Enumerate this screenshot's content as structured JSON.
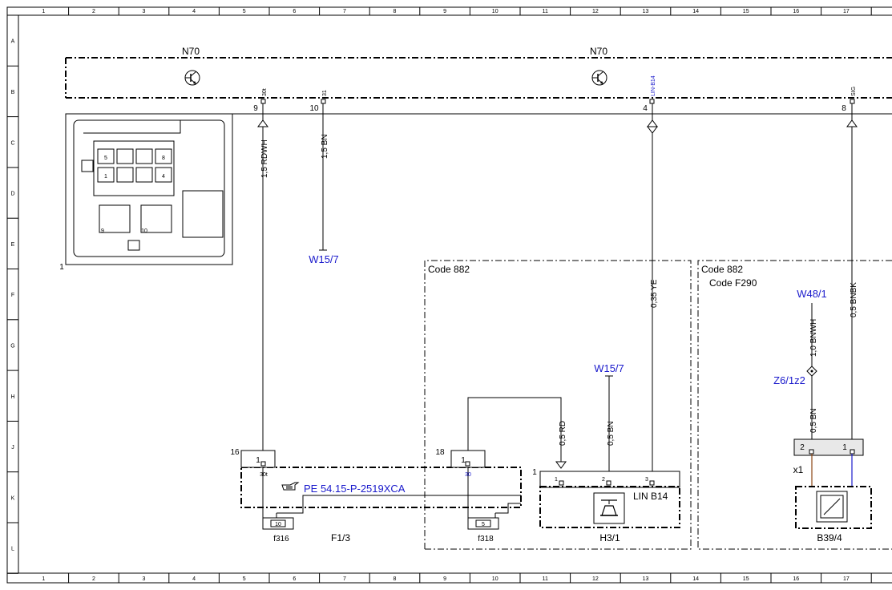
{
  "grid": {
    "columns": [
      "1",
      "2",
      "3",
      "4",
      "5",
      "6",
      "7",
      "8",
      "9",
      "10",
      "11",
      "12",
      "13",
      "14",
      "15",
      "16",
      "17"
    ],
    "rows": [
      "A",
      "B",
      "C",
      "D",
      "E",
      "F",
      "G",
      "H",
      "J",
      "K",
      "L"
    ]
  },
  "modules": {
    "n70_left": "N70",
    "n70_right": "N70"
  },
  "pins": {
    "p9": "9",
    "p9_sig": "30t",
    "p10": "10",
    "p10_sig": "31",
    "p4": "4",
    "p4_sig": "LIN-B14",
    "p8": "8",
    "p8_sig": "SIG"
  },
  "connector_view": {
    "cells": [
      "5",
      "8",
      "1",
      "4"
    ],
    "pins": [
      "9",
      "10"
    ],
    "ref": "1"
  },
  "wires": {
    "w1": "1,5 RDWH",
    "w2": "1,5 BN",
    "w3": "0,35 YE",
    "w4": "0,5 BNBK",
    "w5": "1,0 BNWH",
    "w6": "0,5 BN",
    "w7": "0,5 RD",
    "w8": "0,5 BN"
  },
  "refs": {
    "w15_7_a": "W15/7",
    "w15_7_b": "W15/7",
    "w48_1": "W48/1",
    "z6_1z2": "Z6/1z2",
    "pe": "PE 54.15-P-2519XCA"
  },
  "codes": {
    "code882_a": "Code 882",
    "code882_b": "Code 882",
    "code_f290": "Code F290"
  },
  "fuse_box": {
    "name": "F1/3",
    "slot16": "16",
    "slot18": "18",
    "pin1a": "1",
    "pin1b": "1",
    "sig30t": "30t",
    "sig30": "30",
    "fuse10": "10",
    "fuse5": "5",
    "f316": "f316",
    "f318": "f318"
  },
  "h3_1": {
    "name": "H3/1",
    "ref": "1",
    "pin1": "1",
    "pin2": "2",
    "pin3": "3",
    "lin": "LIN B14"
  },
  "b39_4": {
    "name": "B39/4",
    "x1": "x1",
    "pin2": "2",
    "pin1": "1"
  },
  "colors": {
    "blue_text": "#1a1acc",
    "wire_brown": "#8b4513",
    "wire_blue": "#1a1acc"
  }
}
